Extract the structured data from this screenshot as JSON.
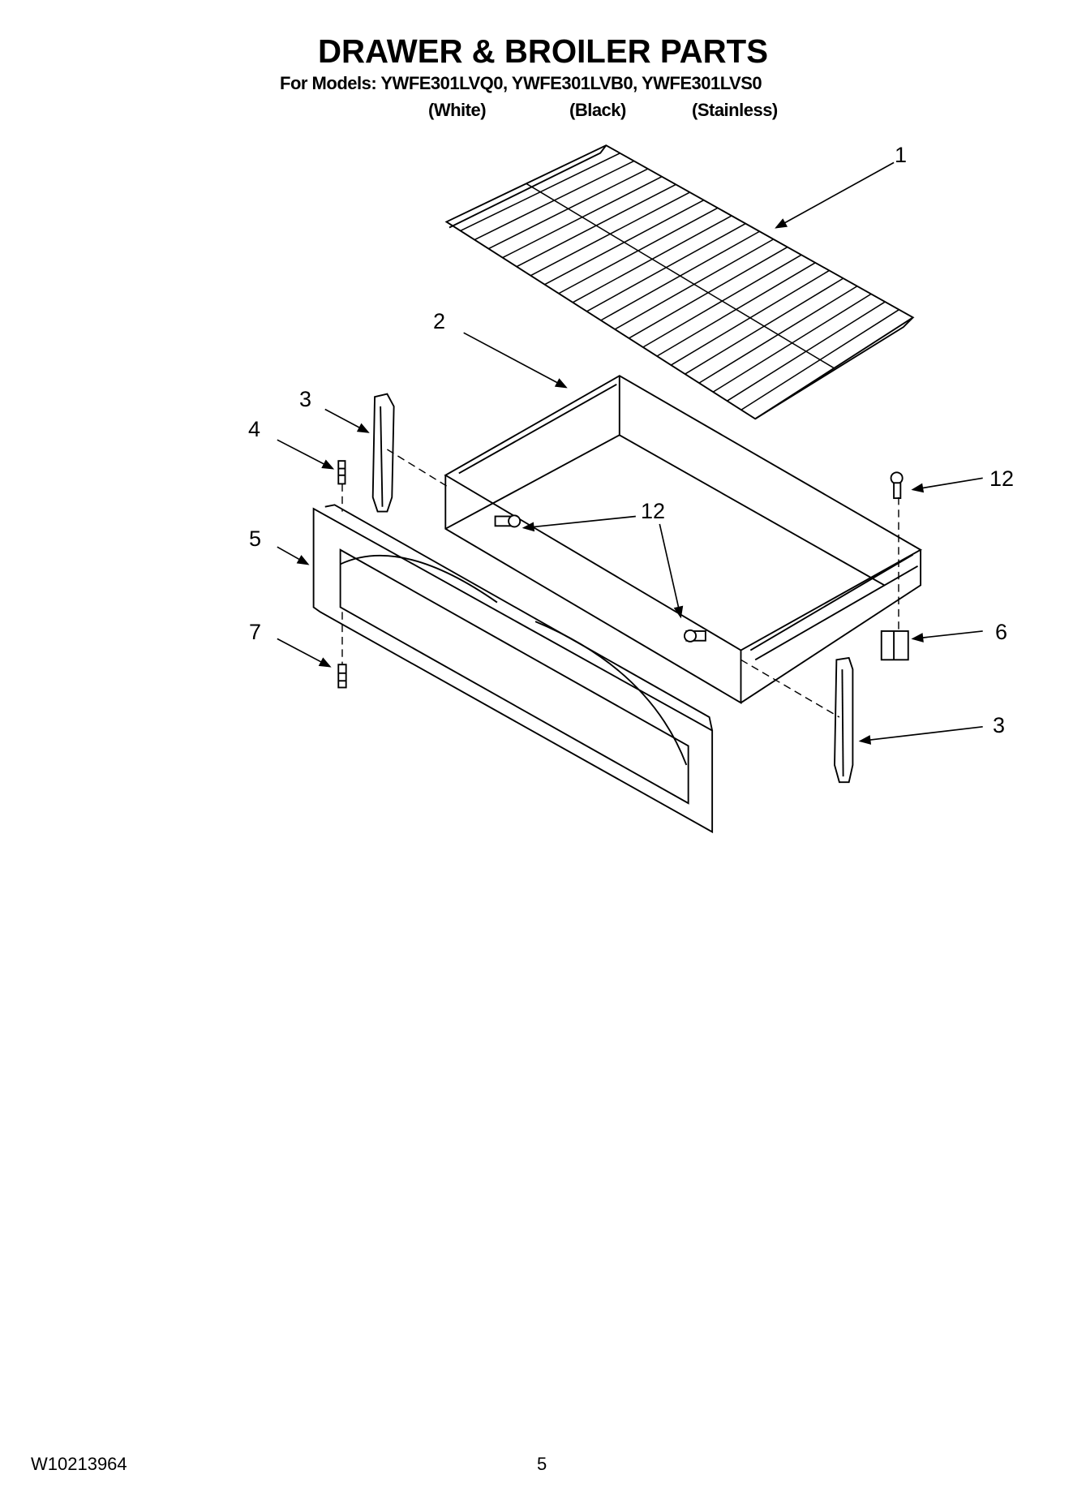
{
  "header": {
    "title": "DRAWER & BROILER PARTS",
    "subtitle": "For Models: YWFE301LVQ0, YWFE301LVB0, YWFE301LVS0",
    "variants": [
      "(White)",
      "(Black)",
      "(Stainless)"
    ]
  },
  "diagram": {
    "callouts": [
      "1",
      "2",
      "3",
      "4",
      "5",
      "7",
      "12",
      "12",
      "6",
      "3"
    ]
  },
  "footer": {
    "doc_number": "W10213964",
    "page_number": "5"
  }
}
